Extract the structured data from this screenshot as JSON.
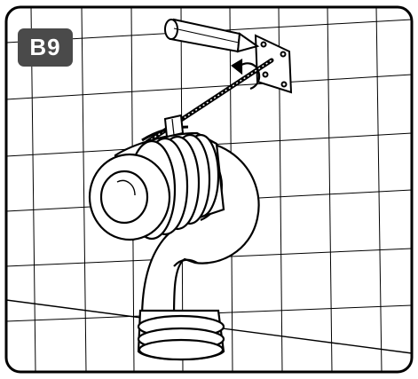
{
  "step": {
    "label": "B9"
  },
  "colors": {
    "badge_bg": "#4a4a4a",
    "badge_text": "#ffffff",
    "line": "#000000",
    "panel_bg": "#ffffff"
  },
  "illustration": {
    "objects": [
      "tiled-wall",
      "wall-bracket",
      "threaded-rod",
      "pencil",
      "rotation-arrow",
      "pipe-clamp",
      "concertina-seal",
      "pan-connector-bend",
      "outlet-sealing-ring"
    ]
  }
}
